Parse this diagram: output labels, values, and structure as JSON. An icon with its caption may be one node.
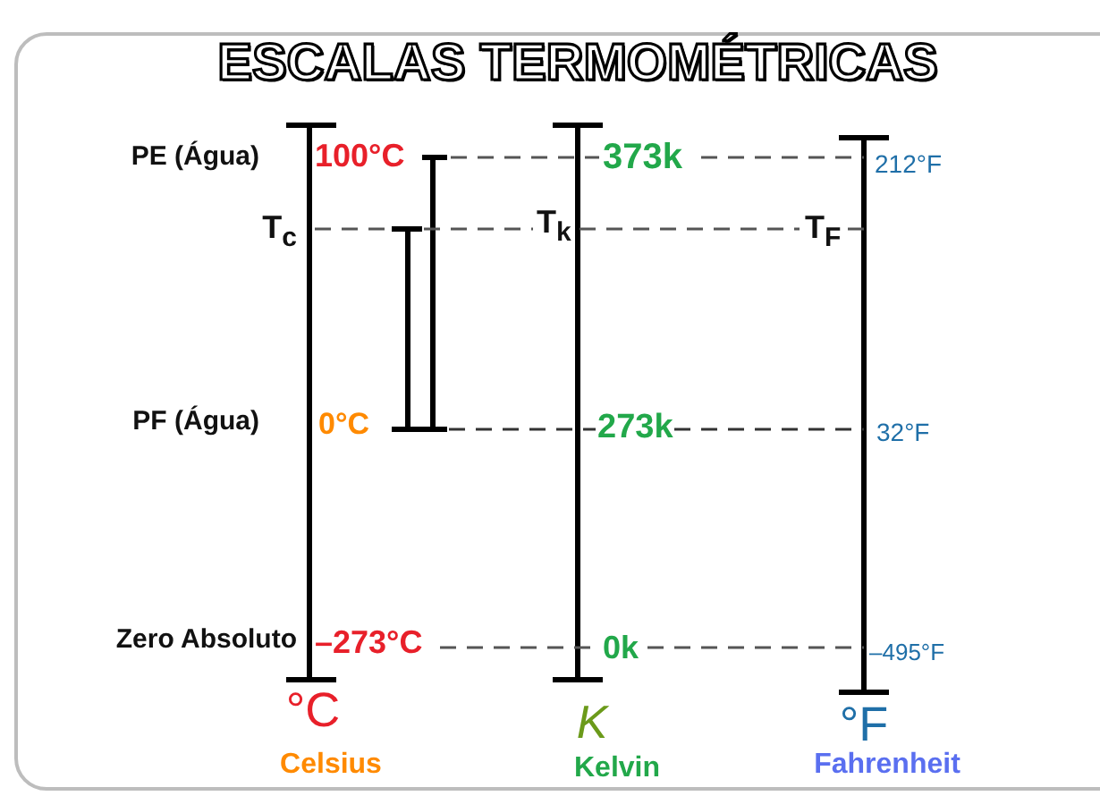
{
  "diagram": {
    "title": "ESCALAS TERMOMÉTRICAS",
    "labels": [
      "PE (Água)",
      "100°C",
      "373k",
      "212°F",
      "T$_{c}$",
      "T$_{k}$",
      "T$_{F}$",
      "PF (Água)",
      "0°C",
      "273k",
      "32°F",
      "Zero Absoluto",
      "–273°C",
      "0k",
      "–495°F",
      "°C",
      "K",
      "°F",
      "Celsius",
      "Kelvin",
      "Fahrenheit"
    ]
  }
}
